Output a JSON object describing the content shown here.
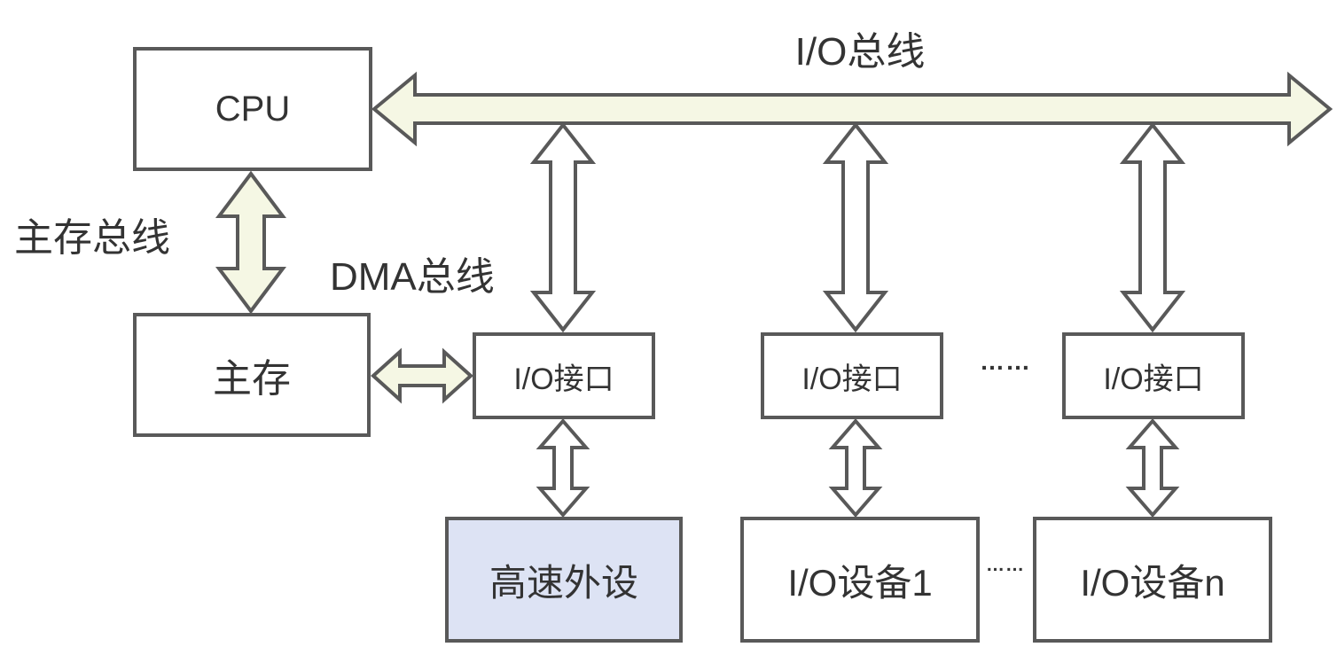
{
  "diagram": {
    "description": "DMA bus architecture diagram",
    "bus_labels": {
      "io_bus": "I/O总线",
      "main_memory_bus": "主存总线",
      "dma_bus": "DMA总线"
    },
    "nodes": {
      "cpu": "CPU",
      "main_memory": "主存",
      "io_interface_1": "I/O接口",
      "io_interface_2": "I/O接口",
      "io_interface_3": "I/O接口",
      "high_speed_peripheral": "高速外设",
      "io_device_1": "I/O设备1",
      "io_device_n": "I/O设备n"
    },
    "ellipsis": {
      "between_interfaces": "……",
      "between_devices": "……"
    },
    "colors": {
      "bus_arrow_fill": "#f5f7e4",
      "plain_arrow_fill": "#ffffff",
      "arrow_outline": "#595959",
      "box_border": "#595959",
      "peripheral_fill": "#dde3f4",
      "text": "#333333",
      "background": "#ffffff"
    }
  }
}
